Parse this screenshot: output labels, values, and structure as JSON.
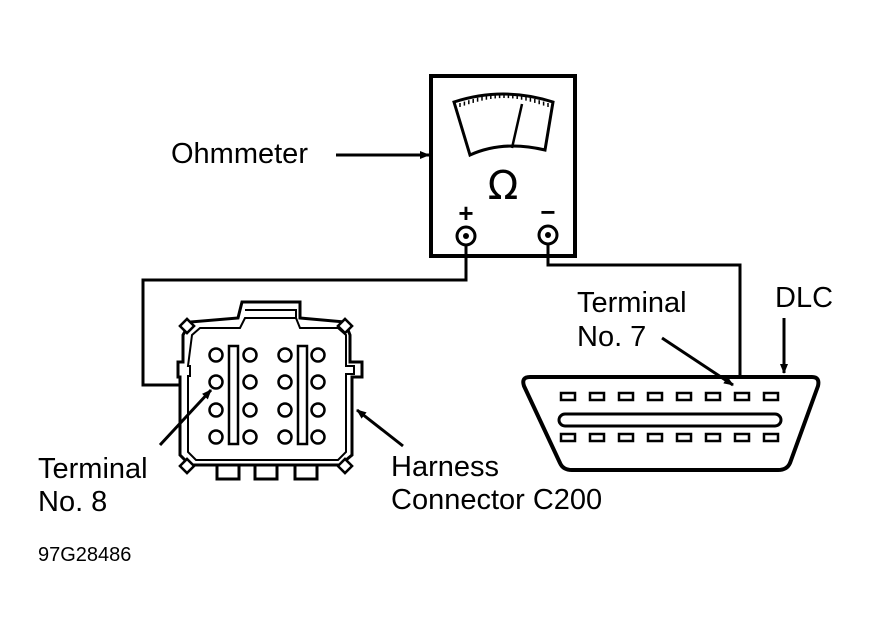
{
  "diagram": {
    "figure_id": "97G28486",
    "colors": {
      "ink": "#000000",
      "paper": "#ffffff"
    },
    "ohmmeter": {
      "label": "Ohmmeter",
      "unit_symbol": "Ω",
      "positive_terminal": "+",
      "negative_terminal": "−",
      "icon": "ohmmeter-icon"
    },
    "harness_connector": {
      "label_line1": "Harness",
      "label_line2": "Connector C200",
      "terminal_label_line1": "Terminal",
      "terminal_label_line2": "No. 8",
      "pin_rows": 4,
      "pin_columns": 4
    },
    "dlc": {
      "label": "DLC",
      "terminal_label_line1": "Terminal",
      "terminal_label_line2": "No. 7",
      "pins_per_row": 8,
      "rows": 2
    },
    "connections": [
      {
        "from": "ohmmeter +",
        "to": "Harness Connector C200 Terminal No. 8"
      },
      {
        "from": "ohmmeter −",
        "to": "DLC Terminal No. 7"
      }
    ]
  }
}
